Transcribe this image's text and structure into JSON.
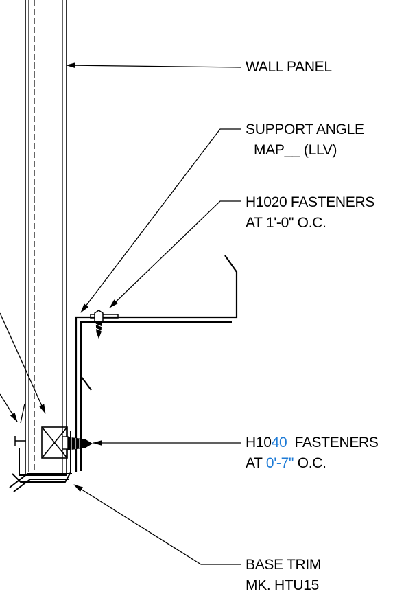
{
  "labels": {
    "wall_panel": "WALL PANEL",
    "support_angle_line1": "SUPPORT ANGLE",
    "support_angle_line2": "MAP__  (LLV)",
    "h1020_line1": "H1020 FASTENERS",
    "h1020_line2": "AT 1'-0\" O.C.",
    "h1040_prefix": "H10",
    "h1040_highlight": "40",
    "h1040_suffix": "  FASTENERS",
    "h1040_at": "AT ",
    "h1040_spacing": "0'-7\"",
    "h1040_oc": " O.C.",
    "base_trim_line1": "BASE TRIM",
    "base_trim_line2": "MK. HTU15"
  },
  "colors": {
    "line": "#000000",
    "highlight": "#1e7bd6"
  }
}
